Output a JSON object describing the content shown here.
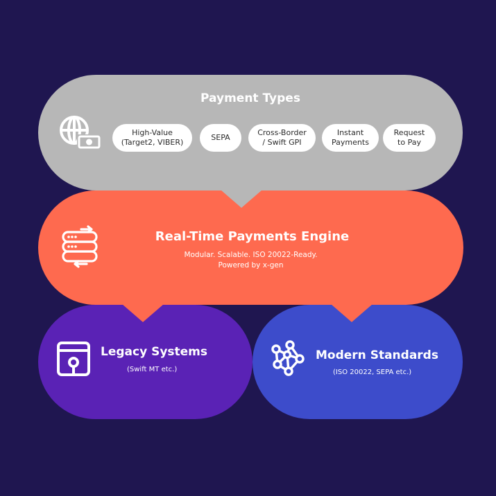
{
  "colors": {
    "background": "#1f1650",
    "payment_types": "#b7b7b7",
    "engine": "#fe6a4f",
    "legacy": "#5a22b5",
    "modern": "#3d4ccb",
    "text": "#ffffff",
    "pill_text": "#2a2a2a"
  },
  "payment_types": {
    "title": "Payment Types",
    "icon": "globe-money-icon",
    "pills": [
      {
        "label": "High-Value\n(Target2, VIBER)"
      },
      {
        "label": "SEPA"
      },
      {
        "label": "Cross-Border\n/ Swift GPI"
      },
      {
        "label": "Instant\nPayments"
      },
      {
        "label": "Request\nto Pay"
      }
    ]
  },
  "engine": {
    "title": "Real-Time Payments Engine",
    "subtitle": "Modular. Scalable. ISO 20022-Ready.\nPowered by x-gen",
    "icon": "server-sync-icon"
  },
  "legacy": {
    "title": "Legacy Systems",
    "subtitle": "(Swift MT etc.)",
    "icon": "vault-icon"
  },
  "modern": {
    "title": "Modern Standards",
    "subtitle": "(ISO 20022, SEPA etc.)",
    "icon": "network-nodes-icon"
  }
}
